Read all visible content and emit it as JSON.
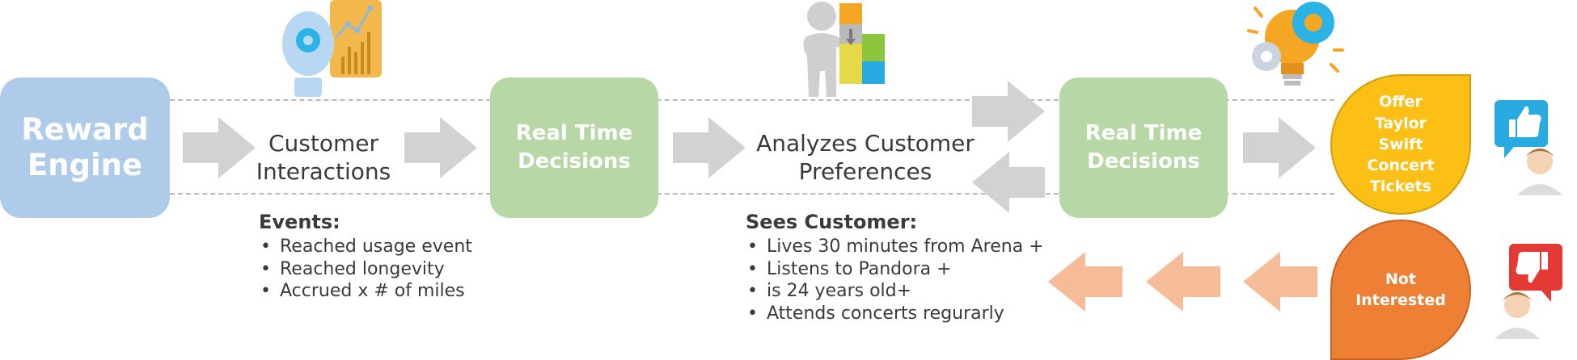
{
  "reward_engine": {
    "label": "Reward Engine"
  },
  "customer_interactions": {
    "label": "Customer Interactions"
  },
  "rtd_left": {
    "label": "Real Time Decisions"
  },
  "analyzes": {
    "label": "Analyzes Customer Preferences"
  },
  "rtd_right": {
    "label": "Real Time Decisions"
  },
  "offer": {
    "label": "Offer Taylor Swift Concert Tickets"
  },
  "not_interested": {
    "label": "Not Interested"
  },
  "events": {
    "heading": "Events:",
    "items": [
      "Reached usage event",
      "Reached longevity",
      "Accrued x # of miles"
    ]
  },
  "sees_customer": {
    "heading": "Sees Customer:",
    "items": [
      "Lives 30 minutes from Arena +",
      "Listens to Pandora +",
      "is 24 years old+",
      "Attends concerts regurarly"
    ]
  },
  "colors": {
    "reward": "#aecbea",
    "decision": "#b8d7a6",
    "offer": "#fcbf16",
    "not_interested": "#ee8035",
    "arrow_gray": "#d2d2d2",
    "arrow_peach": "#f6bc98"
  },
  "icons": [
    "analytics-person-icon",
    "puzzle-person-icon",
    "lightbulb-gears-icon",
    "thumbs-up-person-icon",
    "thumbs-down-person-icon"
  ]
}
